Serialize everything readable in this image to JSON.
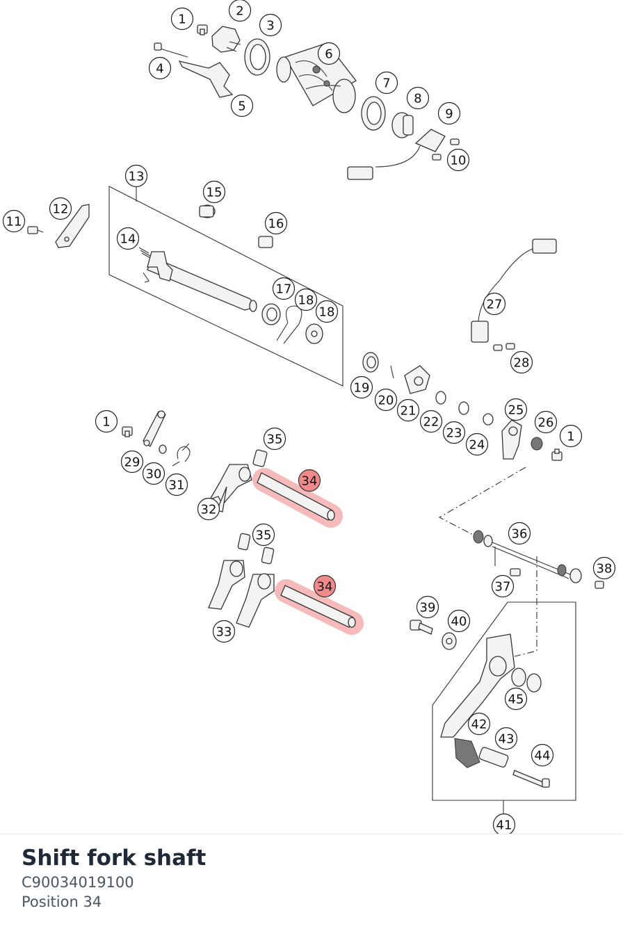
{
  "part": {
    "title": "Shift fork shaft",
    "number": "C90034019100",
    "position_text": "Position 34",
    "highlight_position": "34"
  },
  "callouts": [
    "1",
    "2",
    "3",
    "4",
    "5",
    "6",
    "7",
    "8",
    "9",
    "10",
    "11",
    "12",
    "13",
    "14",
    "15",
    "16",
    "17",
    "18",
    "18",
    "19",
    "20",
    "21",
    "22",
    "23",
    "24",
    "25",
    "26",
    "1",
    "27",
    "28",
    "1",
    "29",
    "30",
    "31",
    "32",
    "35",
    "34",
    "35",
    "34",
    "33",
    "36",
    "37",
    "38",
    "39",
    "40",
    "45",
    "42",
    "43",
    "44",
    "41"
  ],
  "colors": {
    "highlight": "#f08a8a",
    "title": "#1f2937",
    "subtext": "#4b5563"
  }
}
